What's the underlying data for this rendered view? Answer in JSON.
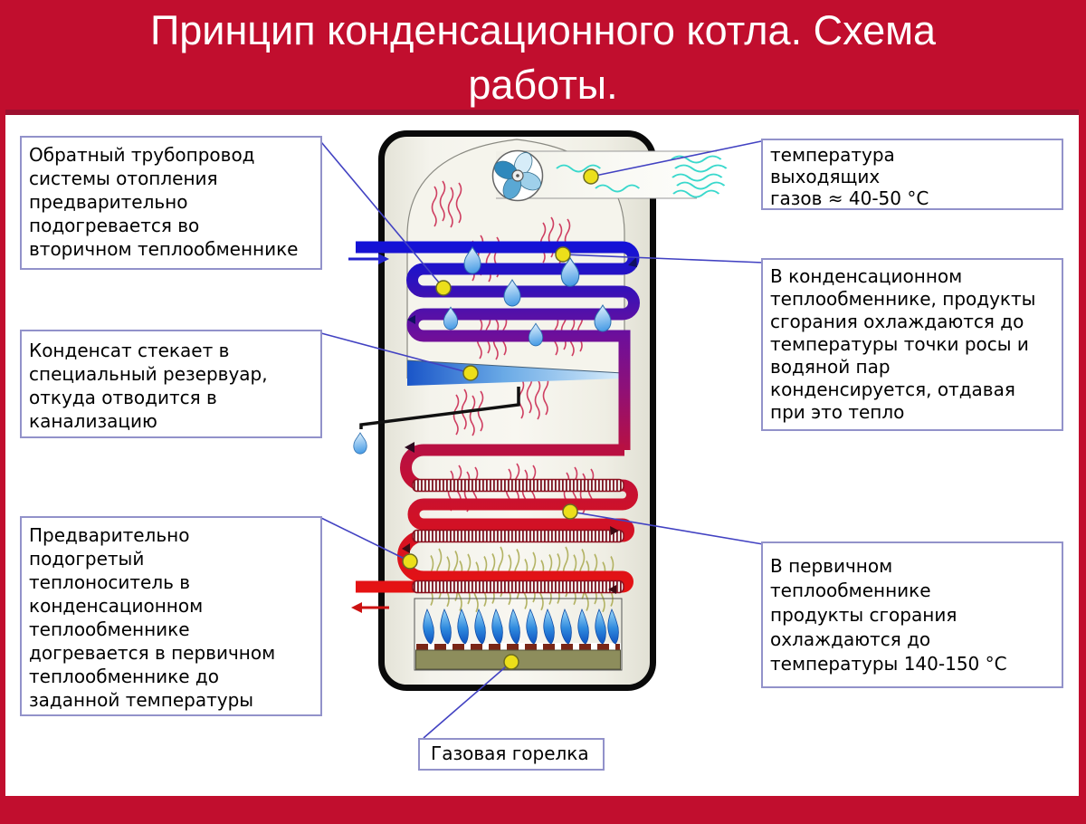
{
  "title": "Принцип конденсационного котла. Схема\nработы.",
  "callouts": {
    "return_pipe": "Обратный трубопровод\nсистемы отопления\nпредварительно\nподогревается во\nвторичном теплообменнике",
    "condensate": "Конденсат стекает в\nспециальный резервуар,\nоткуда отводится в\nканализацию",
    "preheated_coolant": "Предварительно\nподогретый\nтеплоноситель в\nконденсационном\nтеплообменнике\nдогревается в первичном\nтеплообменнике до\nзаданной температуры",
    "exhaust_temperature": "температура\nвыходящих\nгазов ≈ 40-50 °C",
    "condensing_hx": "В конденсационном\nтеплообменнике, продукты\nсгорания охлаждаются до\nтемпературы точки росы и\nводяной пар\nконденсируется, отдавая\nпри это тепло",
    "primary_hx": "В первичном\nтеплообменнике\nпродукты сгорания\nохлаждаются до\nтемпературы 140-150 °C",
    "gas_burner": "Газовая горелка"
  },
  "values": {
    "exhaust_gas_temp_range": "40-50 °C",
    "primary_hx_temp_range": "140-150 °C"
  },
  "colors": {
    "frame_red": "#c10e2e",
    "frame_red_dark": "#9d1030",
    "box_border": "#9292ca",
    "leader_line": "#4242c2",
    "connector_dot": "#ecdf1a",
    "pipe_cold_blue": "#1212d8",
    "pipe_hot_red": "#e61212",
    "condensate_blue": "#4aa0e8",
    "flame_blue": "#1565d2",
    "exhaust_cyan": "#38d8cc",
    "burner_body_olive": "#8d8d5c",
    "heat_wave_red": "#cf3f62",
    "heat_wave_olive": "#b3b364"
  },
  "icons": {
    "fan": "exhaust-fan-icon",
    "droplet": "water-droplet-icon",
    "flame": "gas-flame-icon",
    "wave": "gas-flow-wave-icon",
    "arrow_in": "inlet-flow-arrow",
    "arrow_out": "outlet-flow-arrow"
  }
}
